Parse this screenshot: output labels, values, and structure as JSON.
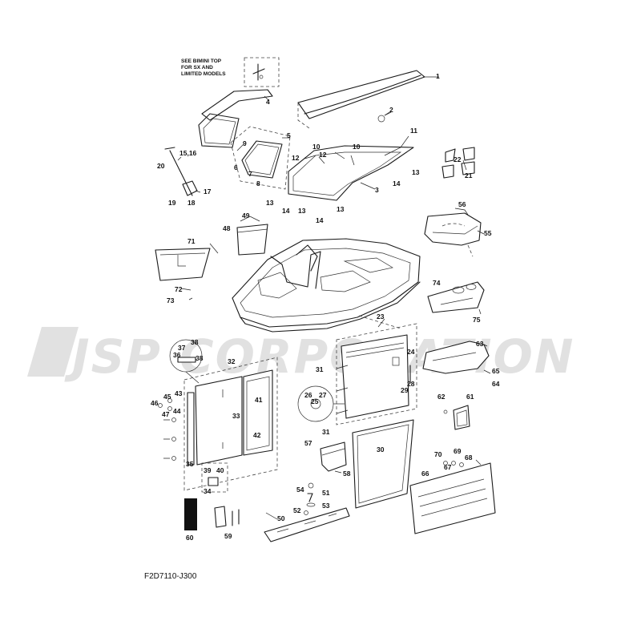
{
  "diagram": {
    "note": [
      "SEE BIMINI TOP",
      "FOR SX AND",
      "LIMITED MODELS"
    ],
    "watermark": "JSP CORPORATION",
    "code": "F2D7110-J300",
    "labels": [
      {
        "id": "p1",
        "text": "1"
      },
      {
        "id": "p2",
        "text": "2"
      },
      {
        "id": "p3",
        "text": "3"
      },
      {
        "id": "p4",
        "text": "4"
      },
      {
        "id": "p5",
        "text": "5"
      },
      {
        "id": "p6",
        "text": "6"
      },
      {
        "id": "p7",
        "text": "7"
      },
      {
        "id": "p8",
        "text": "8"
      },
      {
        "id": "p9",
        "text": "9"
      },
      {
        "id": "p10a",
        "text": "10"
      },
      {
        "id": "p10b",
        "text": "10"
      },
      {
        "id": "p11",
        "text": "11"
      },
      {
        "id": "p12a",
        "text": "12"
      },
      {
        "id": "p12b",
        "text": "12"
      },
      {
        "id": "p13a",
        "text": "13"
      },
      {
        "id": "p13b",
        "text": "13"
      },
      {
        "id": "p13c",
        "text": "13"
      },
      {
        "id": "p13d",
        "text": "13"
      },
      {
        "id": "p14a",
        "text": "14"
      },
      {
        "id": "p14b",
        "text": "14"
      },
      {
        "id": "p14c",
        "text": "14"
      },
      {
        "id": "p1516",
        "text": "15,16"
      },
      {
        "id": "p17",
        "text": "17"
      },
      {
        "id": "p18",
        "text": "18"
      },
      {
        "id": "p19",
        "text": "19"
      },
      {
        "id": "p20",
        "text": "20"
      },
      {
        "id": "p21",
        "text": "21"
      },
      {
        "id": "p22",
        "text": "22"
      },
      {
        "id": "p23",
        "text": "23"
      },
      {
        "id": "p24",
        "text": "24"
      },
      {
        "id": "p25",
        "text": "25"
      },
      {
        "id": "p26",
        "text": "26"
      },
      {
        "id": "p27",
        "text": "27"
      },
      {
        "id": "p28",
        "text": "28"
      },
      {
        "id": "p29",
        "text": "29"
      },
      {
        "id": "p30",
        "text": "30"
      },
      {
        "id": "p31a",
        "text": "31"
      },
      {
        "id": "p31b",
        "text": "31"
      },
      {
        "id": "p32",
        "text": "32"
      },
      {
        "id": "p33",
        "text": "33"
      },
      {
        "id": "p34",
        "text": "34"
      },
      {
        "id": "p35",
        "text": "35"
      },
      {
        "id": "p36",
        "text": "36"
      },
      {
        "id": "p37",
        "text": "37"
      },
      {
        "id": "p38a",
        "text": "38"
      },
      {
        "id": "p38b",
        "text": "38"
      },
      {
        "id": "p39",
        "text": "39"
      },
      {
        "id": "p40",
        "text": "40"
      },
      {
        "id": "p41",
        "text": "41"
      },
      {
        "id": "p42",
        "text": "42"
      },
      {
        "id": "p43",
        "text": "43"
      },
      {
        "id": "p44",
        "text": "44"
      },
      {
        "id": "p45",
        "text": "45"
      },
      {
        "id": "p46",
        "text": "46"
      },
      {
        "id": "p47",
        "text": "47"
      },
      {
        "id": "p48",
        "text": "48"
      },
      {
        "id": "p49",
        "text": "49"
      },
      {
        "id": "p50",
        "text": "50"
      },
      {
        "id": "p51",
        "text": "51"
      },
      {
        "id": "p52",
        "text": "52"
      },
      {
        "id": "p53",
        "text": "53"
      },
      {
        "id": "p54",
        "text": "54"
      },
      {
        "id": "p55",
        "text": "55"
      },
      {
        "id": "p56",
        "text": "56"
      },
      {
        "id": "p57",
        "text": "57"
      },
      {
        "id": "p58",
        "text": "58"
      },
      {
        "id": "p59",
        "text": "59"
      },
      {
        "id": "p60",
        "text": "60"
      },
      {
        "id": "p61",
        "text": "61"
      },
      {
        "id": "p62",
        "text": "62"
      },
      {
        "id": "p63",
        "text": "63"
      },
      {
        "id": "p64",
        "text": "64"
      },
      {
        "id": "p65",
        "text": "65"
      },
      {
        "id": "p66",
        "text": "66"
      },
      {
        "id": "p67",
        "text": "67"
      },
      {
        "id": "p68",
        "text": "68"
      },
      {
        "id": "p69",
        "text": "69"
      },
      {
        "id": "p70",
        "text": "70"
      },
      {
        "id": "p71",
        "text": "71"
      },
      {
        "id": "p72",
        "text": "72"
      },
      {
        "id": "p73",
        "text": "73"
      },
      {
        "id": "p74",
        "text": "74"
      },
      {
        "id": "p75",
        "text": "75"
      }
    ]
  }
}
